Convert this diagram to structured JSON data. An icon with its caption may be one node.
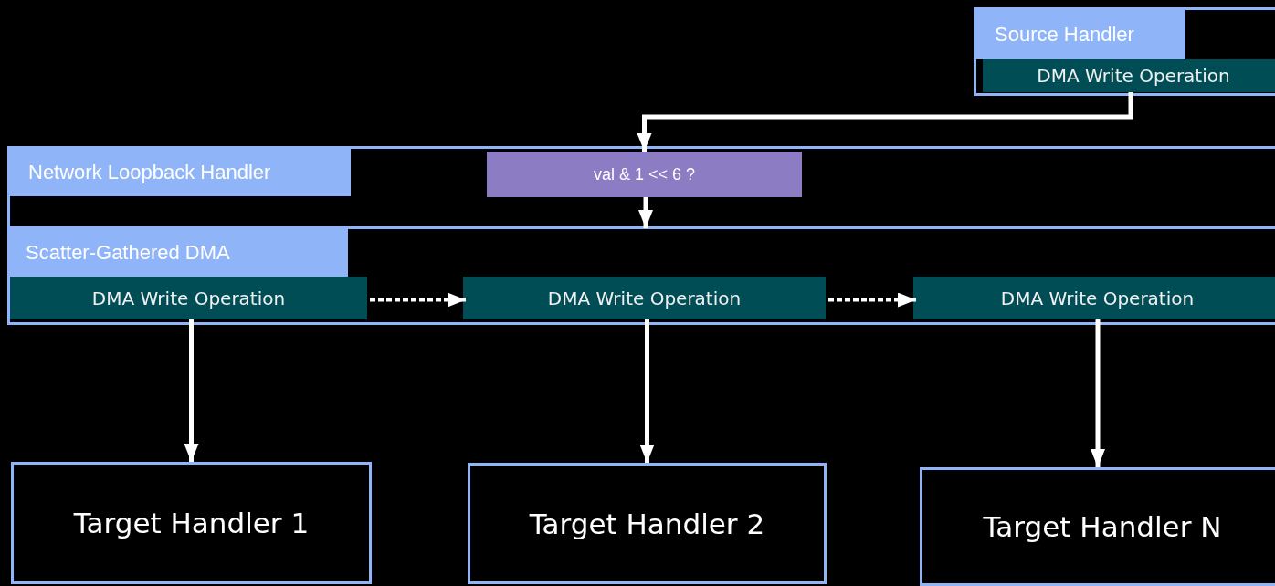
{
  "diagram": {
    "nodes": [
      {
        "text": [
          "Source Handler"
        ]
      },
      {
        "text": [
          "DMA Write Operation"
        ],
        "in": 0
      },
      {
        "text": [
          "Network Loopback Handler"
        ]
      },
      {
        "text": [
          "val & 1 << 6 ?"
        ],
        "in": 2
      },
      {
        "text": [
          "Scatter-Gathered DMA"
        ],
        "in": 2
      },
      {
        "text": [
          "DMA Write Operation"
        ],
        "in": 4
      },
      {
        "text": [
          "DMA Write Operation"
        ],
        "in": 4
      },
      {
        "text": [
          "DMA Write Operation"
        ],
        "in": 4
      },
      {
        "text": [
          "Target Handler 1"
        ]
      },
      {
        "text": [
          "Target Handler 2"
        ]
      },
      {
        "text": [
          "Target Handler N"
        ]
      }
    ],
    "edges": [
      {
        "from": 1,
        "to": 3,
        "arrow": "to"
      },
      {
        "from": 3,
        "to": 4,
        "arrow": "to"
      },
      {
        "from": 5,
        "to": 6,
        "arrow": "to",
        "style": "dashed"
      },
      {
        "from": 6,
        "to": 7,
        "arrow": "to",
        "style": "dashed"
      },
      {
        "from": 5,
        "to": 8,
        "arrow": "to"
      },
      {
        "from": 6,
        "to": 9,
        "arrow": "to"
      },
      {
        "from": 7,
        "to": 10,
        "arrow": "to"
      }
    ]
  }
}
